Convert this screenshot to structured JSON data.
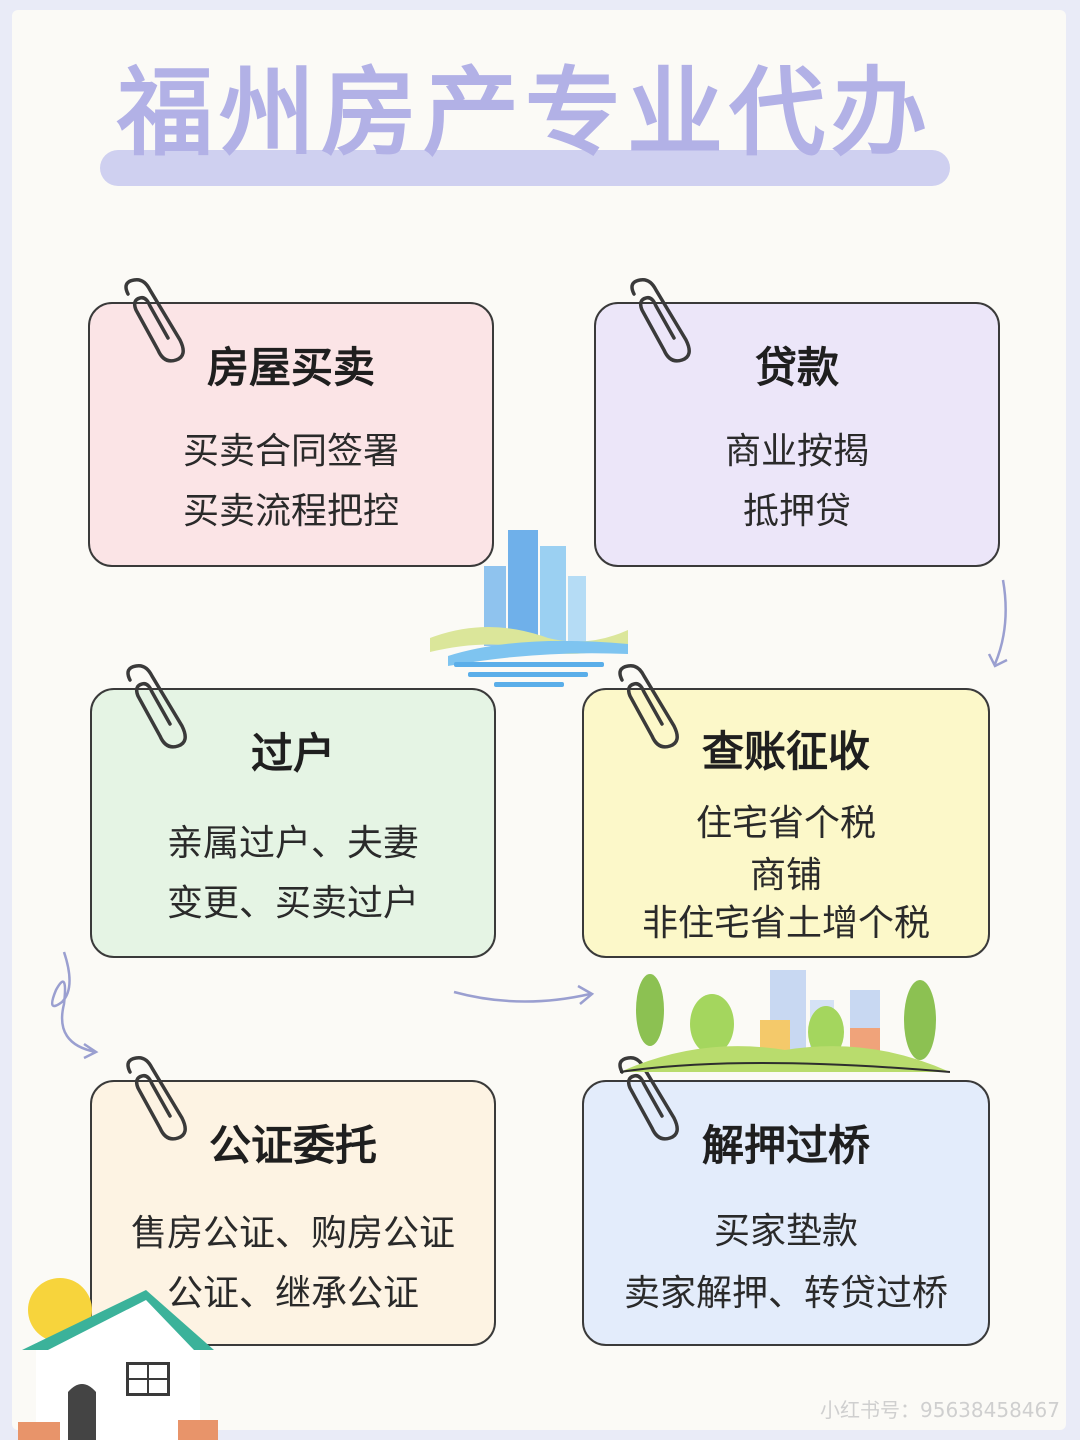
{
  "title": "福州房产专业代办",
  "cards": [
    {
      "title": "房屋买卖",
      "lines": [
        "买卖合同签署",
        "买卖流程把控"
      ],
      "bg": "#fbe4e6",
      "highlight": "#d6d2f5"
    },
    {
      "title": "贷款",
      "lines": [
        "商业按揭",
        "抵押贷"
      ],
      "bg": "#ece6f9",
      "highlight": "#fbf2b8"
    },
    {
      "title": "过户",
      "lines": [
        "亲属过户、夫妻",
        "变更、买卖过户"
      ],
      "bg": "#e5f4e4",
      "highlight": "#fbf2b8"
    },
    {
      "title": "查账征收",
      "lines": [
        "住宅省个税",
        "商铺",
        "非住宅省土增个税"
      ],
      "bg": "#fcf8c9",
      "highlight": "#f6c6cb"
    },
    {
      "title": "公证委托",
      "lines": [
        "售房公证、购房公证",
        "公证、继承公证"
      ],
      "bg": "#fdf3e3",
      "highlight": "#f8d59b"
    },
    {
      "title": "解押过桥",
      "lines": [
        "买家垫款",
        "卖家解押、转贷过桥"
      ],
      "bg": "#e3ecfb",
      "highlight": "#fbf2b8"
    }
  ],
  "watermark": "小红书号：95638458467",
  "icons": [
    "paperclip-icon",
    "building-skyline-icon",
    "city-park-icon",
    "house-icon",
    "arrow-icon"
  ],
  "colors": {
    "title": "#b2b1e6",
    "title_bar": "#cfd0f0",
    "border": "#3a3a3a",
    "background": "#fbfaf6"
  }
}
